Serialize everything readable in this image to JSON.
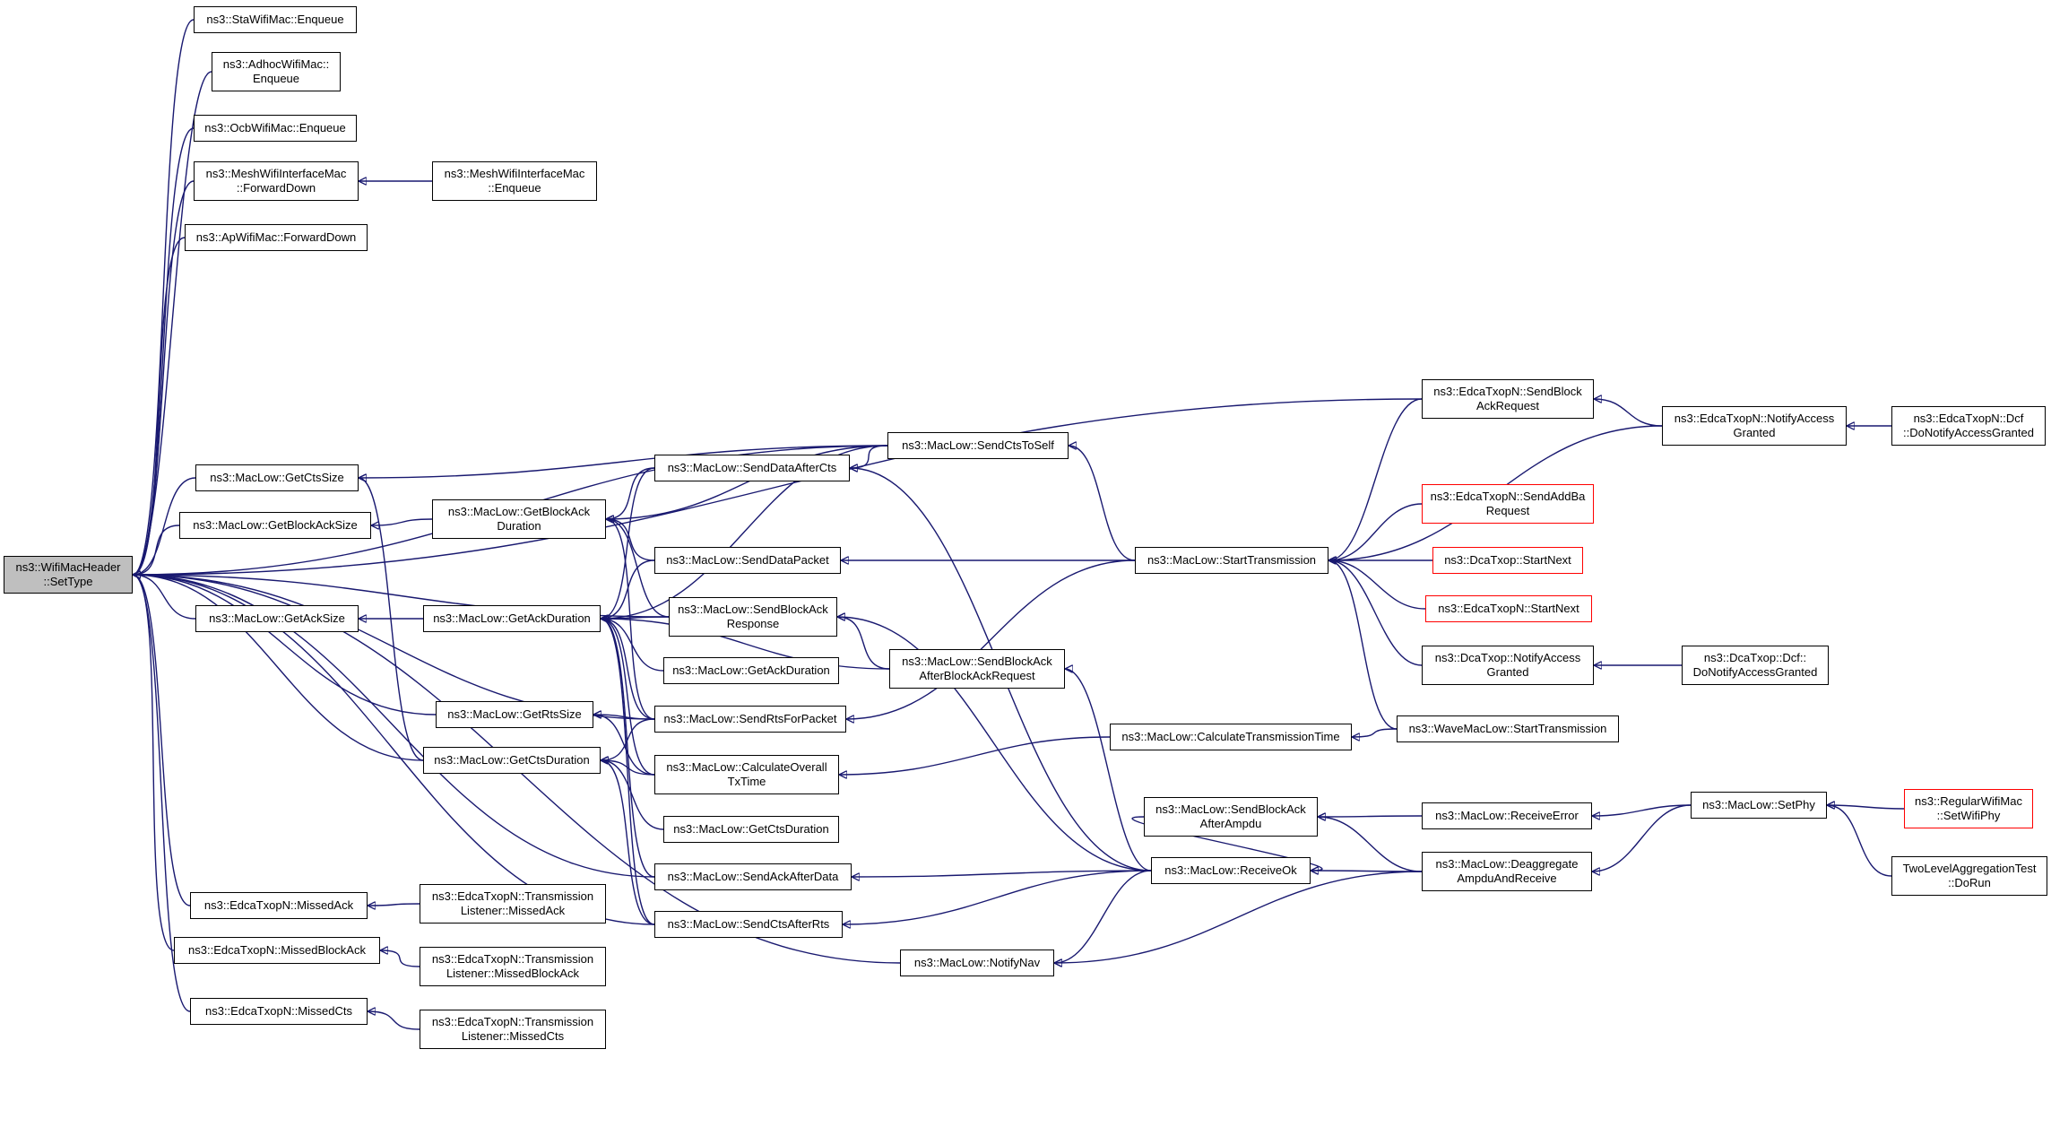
{
  "colors": {
    "edge": "#191970",
    "border": "#000000",
    "red_border": "#ff0000",
    "root_fill": "#bfbfbf"
  },
  "nodes": [
    {
      "id": "root",
      "lines": [
        "ns3::WifiMacHeader",
        "::SetType"
      ],
      "style": "root"
    },
    {
      "id": "sta_enq",
      "lines": [
        "ns3::StaWifiMac::Enqueue"
      ]
    },
    {
      "id": "adhoc_enq",
      "lines": [
        "ns3::AdhocWifiMac::",
        "Enqueue"
      ]
    },
    {
      "id": "ocb_enq",
      "lines": [
        "ns3::OcbWifiMac::Enqueue"
      ]
    },
    {
      "id": "mesh_fd",
      "lines": [
        "ns3::MeshWifiInterfaceMac",
        "::ForwardDown"
      ]
    },
    {
      "id": "mesh_enq",
      "lines": [
        "ns3::MeshWifiInterfaceMac",
        "::Enqueue"
      ]
    },
    {
      "id": "ap_fd",
      "lines": [
        "ns3::ApWifiMac::ForwardDown"
      ]
    },
    {
      "id": "getctssize",
      "lines": [
        "ns3::MacLow::GetCtsSize"
      ]
    },
    {
      "id": "getbasize",
      "lines": [
        "ns3::MacLow::GetBlockAckSize"
      ]
    },
    {
      "id": "getacksize",
      "lines": [
        "ns3::MacLow::GetAckSize"
      ]
    },
    {
      "id": "getrtssize",
      "lines": [
        "ns3::MacLow::GetRtsSize"
      ]
    },
    {
      "id": "getctsdur",
      "lines": [
        "ns3::MacLow::GetCtsDuration"
      ]
    },
    {
      "id": "getbadur",
      "lines": [
        "ns3::MacLow::GetBlockAck",
        "Duration"
      ]
    },
    {
      "id": "getackdur",
      "lines": [
        "ns3::MacLow::GetAckDuration"
      ]
    },
    {
      "id": "senddataaftercts",
      "lines": [
        "ns3::MacLow::SendDataAfterCts"
      ]
    },
    {
      "id": "sendctstoself",
      "lines": [
        "ns3::MacLow::SendCtsToSelf"
      ]
    },
    {
      "id": "senddatapacket",
      "lines": [
        "ns3::MacLow::SendDataPacket"
      ]
    },
    {
      "id": "sendbaresp",
      "lines": [
        "ns3::MacLow::SendBlockAck",
        "Response"
      ]
    },
    {
      "id": "getackdur2",
      "lines": [
        "ns3::MacLow::GetAckDuration"
      ]
    },
    {
      "id": "sendrtsforpacket",
      "lines": [
        "ns3::MacLow::SendRtsForPacket"
      ]
    },
    {
      "id": "calcoverall",
      "lines": [
        "ns3::MacLow::CalculateOverall",
        "TxTime"
      ]
    },
    {
      "id": "getctsdur2",
      "lines": [
        "ns3::MacLow::GetCtsDuration"
      ]
    },
    {
      "id": "sendackafterdata",
      "lines": [
        "ns3::MacLow::SendAckAfterData"
      ]
    },
    {
      "id": "sendctsafterrts",
      "lines": [
        "ns3::MacLow::SendCtsAfterRts"
      ]
    },
    {
      "id": "sendbaafterbar",
      "lines": [
        "ns3::MacLow::SendBlockAck",
        "AfterBlockAckRequest"
      ]
    },
    {
      "id": "missedack",
      "lines": [
        "ns3::EdcaTxopN::MissedAck"
      ]
    },
    {
      "id": "missedba",
      "lines": [
        "ns3::EdcaTxopN::MissedBlockAck"
      ]
    },
    {
      "id": "missedcts",
      "lines": [
        "ns3::EdcaTxopN::MissedCts"
      ]
    },
    {
      "id": "tl_missedack",
      "lines": [
        "ns3::EdcaTxopN::Transmission",
        "Listener::MissedAck"
      ]
    },
    {
      "id": "tl_missedba",
      "lines": [
        "ns3::EdcaTxopN::Transmission",
        "Listener::MissedBlockAck"
      ]
    },
    {
      "id": "tl_missedcts",
      "lines": [
        "ns3::EdcaTxopN::Transmission",
        "Listener::MissedCts"
      ]
    },
    {
      "id": "notifynav",
      "lines": [
        "ns3::MacLow::NotifyNav"
      ]
    },
    {
      "id": "starttx",
      "lines": [
        "ns3::MacLow::StartTransmission"
      ]
    },
    {
      "id": "calctxtime",
      "lines": [
        "ns3::MacLow::CalculateTransmissionTime"
      ]
    },
    {
      "id": "sendbaafterampdu",
      "lines": [
        "ns3::MacLow::SendBlockAck",
        "AfterAmpdu"
      ]
    },
    {
      "id": "receiveok",
      "lines": [
        "ns3::MacLow::ReceiveOk"
      ]
    },
    {
      "id": "sendbar",
      "lines": [
        "ns3::EdcaTxopN::SendBlock",
        "AckRequest"
      ]
    },
    {
      "id": "sendaddba",
      "lines": [
        "ns3::EdcaTxopN::SendAddBa",
        "Request"
      ],
      "style": "red"
    },
    {
      "id": "dca_startnext",
      "lines": [
        "ns3::DcaTxop::StartNext"
      ],
      "style": "red"
    },
    {
      "id": "edca_startnext",
      "lines": [
        "ns3::EdcaTxopN::StartNext"
      ],
      "style": "red"
    },
    {
      "id": "dca_notify",
      "lines": [
        "ns3::DcaTxop::NotifyAccess",
        "Granted"
      ]
    },
    {
      "id": "wave_starttx",
      "lines": [
        "ns3::WaveMacLow::StartTransmission"
      ]
    },
    {
      "id": "receiveerror",
      "lines": [
        "ns3::MacLow::ReceiveError"
      ]
    },
    {
      "id": "deaggregate",
      "lines": [
        "ns3::MacLow::Deaggregate",
        "AmpduAndReceive"
      ]
    },
    {
      "id": "edca_notify",
      "lines": [
        "ns3::EdcaTxopN::NotifyAccess",
        "Granted"
      ]
    },
    {
      "id": "dca_dcf",
      "lines": [
        "ns3::DcaTxop::Dcf::",
        "DoNotifyAccessGranted"
      ]
    },
    {
      "id": "setphy",
      "lines": [
        "ns3::MacLow::SetPhy"
      ]
    },
    {
      "id": "edca_dcf",
      "lines": [
        "ns3::EdcaTxopN::Dcf",
        "::DoNotifyAccessGranted"
      ]
    },
    {
      "id": "regular_setphy",
      "lines": [
        "ns3::RegularWifiMac",
        "::SetWifiPhy"
      ],
      "style": "red"
    },
    {
      "id": "twolevel",
      "lines": [
        "TwoLevelAggregationTest",
        "::DoRun"
      ]
    }
  ],
  "edges": [
    [
      "sta_enq",
      "root"
    ],
    [
      "adhoc_enq",
      "root"
    ],
    [
      "ocb_enq",
      "root"
    ],
    [
      "mesh_fd",
      "root"
    ],
    [
      "ap_fd",
      "root"
    ],
    [
      "mesh_enq",
      "mesh_fd"
    ],
    [
      "getctssize",
      "root"
    ],
    [
      "getbasize",
      "root"
    ],
    [
      "getacksize",
      "root"
    ],
    [
      "getrtssize",
      "root"
    ],
    [
      "getctsdur",
      "root"
    ],
    [
      "missedack",
      "root"
    ],
    [
      "missedba",
      "root"
    ],
    [
      "missedcts",
      "root"
    ],
    [
      "notifynav",
      "root"
    ],
    [
      "sendbar",
      "root"
    ],
    [
      "sendctstoself",
      "root"
    ],
    [
      "sendbaresp",
      "root"
    ],
    [
      "sendrtsforpacket",
      "root"
    ],
    [
      "sendackafterdata",
      "root"
    ],
    [
      "sendctsafterrts",
      "root"
    ],
    [
      "getbadur",
      "getbasize"
    ],
    [
      "getackdur",
      "getacksize"
    ],
    [
      "getctsdur",
      "getctssize"
    ],
    [
      "sendctstoself",
      "getctssize"
    ],
    [
      "sendrtsforpacket",
      "getrtssize"
    ],
    [
      "calcoverall",
      "getrtssize"
    ],
    [
      "senddataaftercts",
      "getbadur"
    ],
    [
      "sendctstoself",
      "getbadur"
    ],
    [
      "senddatapacket",
      "getbadur"
    ],
    [
      "sendbaresp",
      "getbadur"
    ],
    [
      "sendrtsforpacket",
      "getbadur"
    ],
    [
      "senddataaftercts",
      "getackdur"
    ],
    [
      "sendctstoself",
      "getackdur"
    ],
    [
      "senddatapacket",
      "getackdur"
    ],
    [
      "sendbaresp",
      "getackdur"
    ],
    [
      "getackdur2",
      "getackdur"
    ],
    [
      "sendrtsforpacket",
      "getackdur"
    ],
    [
      "calcoverall",
      "getackdur"
    ],
    [
      "sendackafterdata",
      "getackdur"
    ],
    [
      "sendctsafterrts",
      "getackdur"
    ],
    [
      "sendbaafterbar",
      "getackdur"
    ],
    [
      "sendrtsforpacket",
      "getctsdur"
    ],
    [
      "calcoverall",
      "getctsdur"
    ],
    [
      "getctsdur2",
      "getctsdur"
    ],
    [
      "sendctsafterrts",
      "getctsdur"
    ],
    [
      "sendctstoself",
      "senddataaftercts"
    ],
    [
      "receiveok",
      "senddataaftercts"
    ],
    [
      "starttx",
      "sendctstoself"
    ],
    [
      "starttx",
      "senddatapacket"
    ],
    [
      "starttx",
      "sendrtsforpacket"
    ],
    [
      "receiveok",
      "sendbaresp"
    ],
    [
      "sendbaafterbar",
      "sendbaresp"
    ],
    [
      "calctxtime",
      "calcoverall"
    ],
    [
      "receiveok",
      "sendackafterdata"
    ],
    [
      "receiveok",
      "sendctsafterrts"
    ],
    [
      "receiveok",
      "sendbaafterbar"
    ],
    [
      "tl_missedack",
      "missedack"
    ],
    [
      "tl_missedba",
      "missedba"
    ],
    [
      "tl_missedcts",
      "missedcts"
    ],
    [
      "receiveok",
      "notifynav"
    ],
    [
      "deaggregate",
      "notifynav"
    ],
    [
      "sendbar",
      "starttx"
    ],
    [
      "sendaddba",
      "starttx"
    ],
    [
      "dca_startnext",
      "starttx"
    ],
    [
      "edca_startnext",
      "starttx"
    ],
    [
      "dca_notify",
      "starttx"
    ],
    [
      "wave_starttx",
      "starttx"
    ],
    [
      "edca_notify",
      "starttx"
    ],
    [
      "wave_starttx",
      "calctxtime"
    ],
    [
      "receiveerror",
      "sendbaafterampdu"
    ],
    [
      "deaggregate",
      "sendbaafterampdu"
    ],
    [
      "deaggregate",
      "receiveok"
    ],
    [
      "sendbaafterampdu",
      "receiveok"
    ],
    [
      "edca_notify",
      "sendbar"
    ],
    [
      "edca_dcf",
      "edca_notify"
    ],
    [
      "dca_dcf",
      "dca_notify"
    ],
    [
      "setphy",
      "receiveerror"
    ],
    [
      "setphy",
      "deaggregate"
    ],
    [
      "regular_setphy",
      "setphy"
    ],
    [
      "twolevel",
      "setphy"
    ]
  ]
}
